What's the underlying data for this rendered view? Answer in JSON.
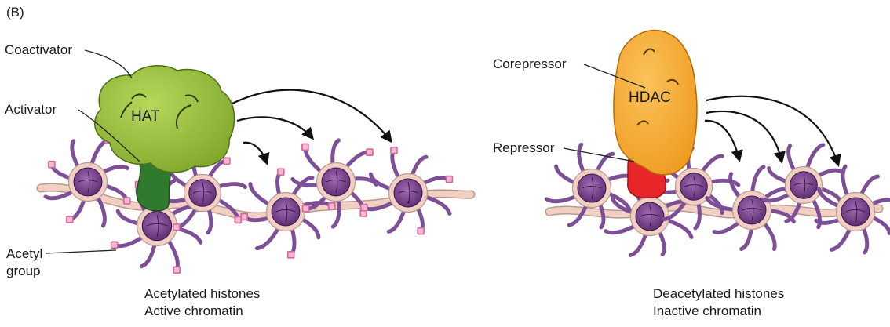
{
  "panel_label": "(B)",
  "left": {
    "coactivator_label": "Coactivator",
    "activator_label": "Activator",
    "enzyme_label": "HAT",
    "acetyl_label_line1": "Acetyl",
    "acetyl_label_line2": "group",
    "caption_line1": "Acetylated histones",
    "caption_line2": "Active chromatin"
  },
  "right": {
    "corepressor_label": "Corepressor",
    "repressor_label": "Repressor",
    "enzyme_label": "HDAC",
    "caption_line1": "Deacetylated histones",
    "caption_line2": "Inactive chromatin"
  },
  "colors": {
    "coactivator": "#9dc43a",
    "activator": "#2f7a2c",
    "corepressor": "#f6ab2f",
    "repressor": "#e8262a",
    "histone_core": "#7a3f8c",
    "histone_tail": "#7d4f96",
    "dna": "#f1cfc2",
    "acetyl": "#d4669a"
  },
  "icons": [
    "nucleosome-icon",
    "acetyl-group-icon",
    "arrow-icon"
  ]
}
